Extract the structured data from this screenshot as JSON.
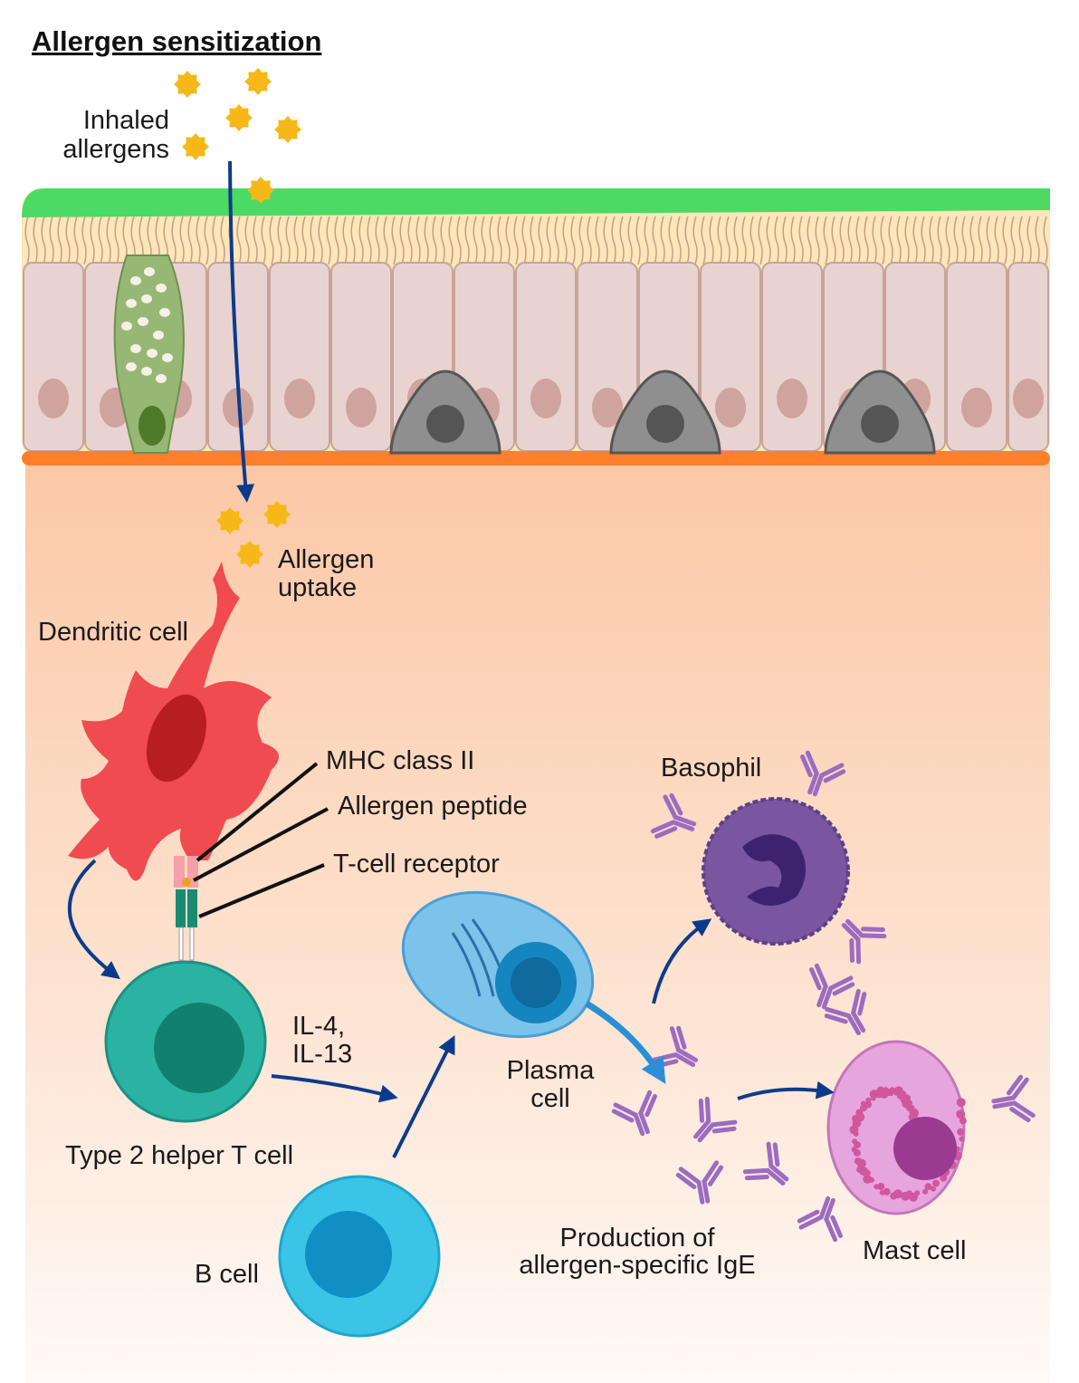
{
  "title": "Allergen sensitization",
  "labels": {
    "inhaled_1": "Inhaled",
    "inhaled_2": "allergens",
    "uptake_1": "Allergen",
    "uptake_2": "uptake",
    "dendritic": "Dendritic cell",
    "mhc": "MHC class II",
    "peptide": "Allergen peptide",
    "tcr": "T-cell receptor",
    "basophil": "Basophil",
    "il4": "IL-4,",
    "il13": "IL-13",
    "plasma_1": "Plasma",
    "plasma_2": "cell",
    "th2": "Type 2 helper T cell",
    "bcell": "B cell",
    "ige_1": "Production of",
    "ige_2": "allergen-specific IgE",
    "mast": "Mast cell"
  },
  "colors": {
    "mucus": "#4cd964",
    "cilia_zone": "#fde6b8",
    "epithelial_cell": "#e8d3d0",
    "basement_membrane": "#ff7f2a",
    "tissue": "#fcd2b6",
    "arrow": "#0d3b8c",
    "allergen": "#f5b818",
    "dendritic_cell": "#ef4b50",
    "th2_cell": "#2ab3a3",
    "b_cell": "#3cc4e6",
    "plasma_cell": "#5aaee0",
    "basophil": "#7a55a0",
    "mast_cell": "#e39ad8",
    "ige": "#9b6cc0"
  }
}
